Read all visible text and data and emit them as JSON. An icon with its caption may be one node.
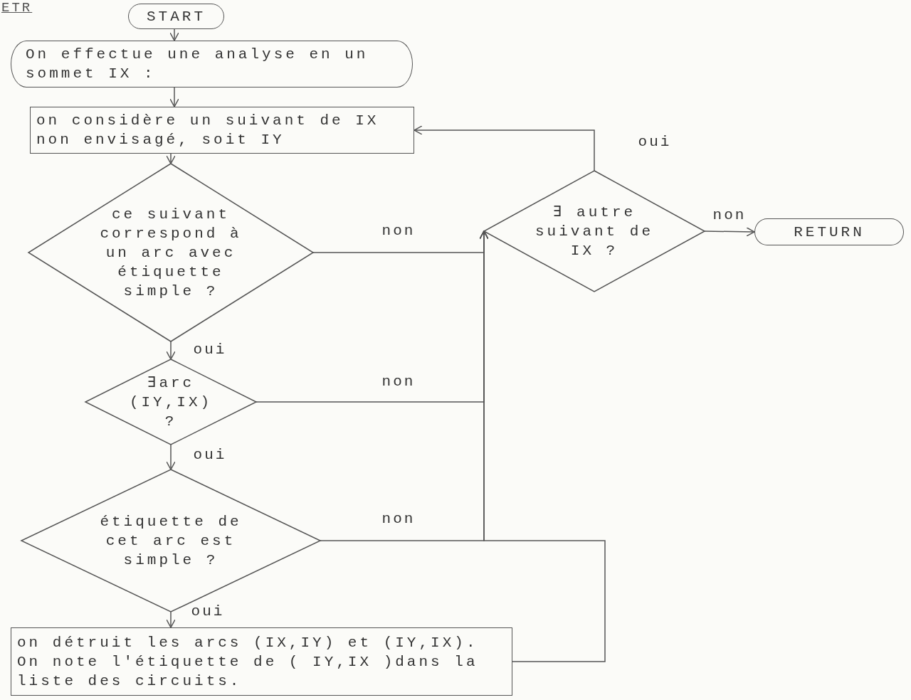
{
  "diagram": {
    "nodes": [
      {
        "text": [
          "START"
        ]
      },
      {
        "text": [
          "On effectue une analyse en un sommet IX :"
        ]
      },
      {
        "text": [
          "on considère un suivant de IX non envisagé, soit IY"
        ]
      },
      {
        "text": [
          "ce suivant correspond à un arc avec étiquette simple ?"
        ]
      },
      {
        "text": [
          "∃arc (IY,IX) ?"
        ]
      },
      {
        "text": [
          "étiquette de cet arc est simple ?"
        ]
      },
      {
        "text": [
          "on détruit les arcs (IX,IY) et (IY,IX). On note l'étiquette de ( IY,IX )dans la liste des circuits."
        ]
      },
      {
        "text": [
          "∃ autre suivant de IX ?"
        ]
      },
      {
        "text": [
          "RETURN"
        ]
      }
    ],
    "edges": [
      {
        "from": 0,
        "to": 1,
        "arrow": "to"
      },
      {
        "from": 1,
        "to": 2,
        "arrow": "to"
      },
      {
        "from": 2,
        "to": 3,
        "arrow": "to"
      },
      {
        "from": 3,
        "to": 4,
        "arrow": "to",
        "label": "oui"
      },
      {
        "from": 3,
        "to": 7,
        "arrow": "to",
        "label": "non"
      },
      {
        "from": 4,
        "to": 5,
        "arrow": "to",
        "label": "oui"
      },
      {
        "from": 4,
        "to": 7,
        "arrow": "to",
        "label": "non"
      },
      {
        "from": 5,
        "to": 6,
        "arrow": "to",
        "label": "oui"
      },
      {
        "from": 5,
        "to": 7,
        "arrow": "to",
        "label": "non"
      },
      {
        "from": 6,
        "to": 7,
        "arrow": "to"
      },
      {
        "from": 7,
        "to": 2,
        "arrow": "to",
        "label": "oui"
      },
      {
        "from": 7,
        "to": 8,
        "arrow": "to",
        "label": "non"
      }
    ],
    "labels": [
      "ETR"
    ]
  }
}
